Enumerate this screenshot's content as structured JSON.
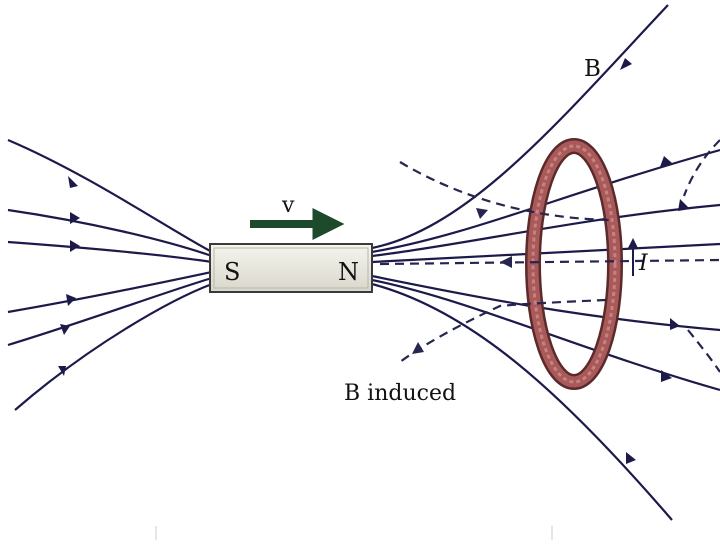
{
  "diagram": {
    "magnet": {
      "south_label": "S",
      "north_label": "N"
    },
    "velocity_label": "v",
    "field_label": "B",
    "current_label": "I",
    "induced_field_label": "B induced",
    "colors": {
      "field_lines": "#1c1a4a",
      "induced_lines": "#262650",
      "velocity_arrow": "#1e4a2c",
      "loop": "#8a4a4a",
      "magnet_fill": "#ecebe2",
      "magnet_stroke": "#3a3a3a"
    }
  }
}
